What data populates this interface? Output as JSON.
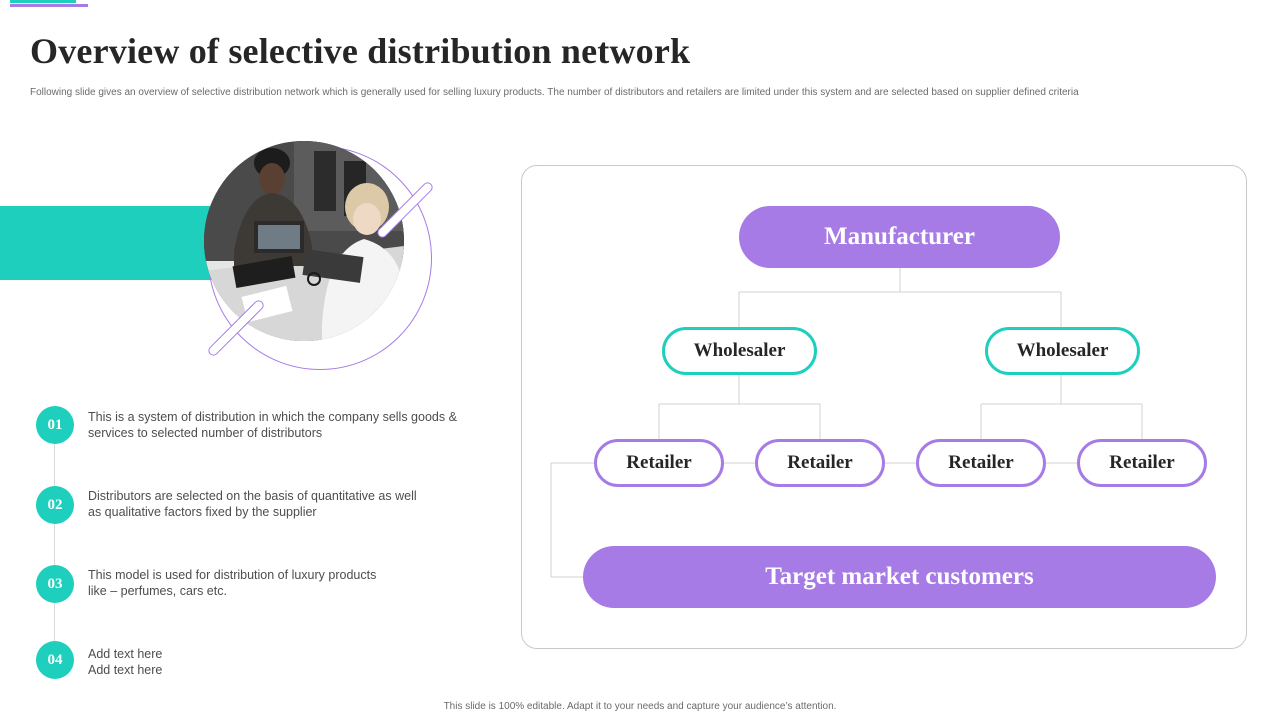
{
  "slide": {
    "title": "Overview of selective distribution network",
    "subtitle": "Following slide gives an overview of selective distribution network which is generally used for selling luxury products.  The number of distributors and retailers are limited  under this system and are selected based on supplier defined criteria",
    "footer": "This slide is 100% editable. Adapt it to your needs and capture your audience’s attention."
  },
  "colors": {
    "teal": "#1ecfbe",
    "purple": "#a77be6",
    "title": "#262626",
    "body": "#4d4d4d"
  },
  "steps": [
    {
      "num": "01",
      "lines": [
        "This is a system of distribution in which the company sells goods &",
        "services to selected number  of distributors"
      ]
    },
    {
      "num": "02",
      "lines": [
        "Distributors are selected on the basis of quantitative  as well",
        "as qualitative factors fixed by the supplier"
      ]
    },
    {
      "num": "03",
      "lines": [
        "This model is used for distribution of luxury products",
        "like – perfumes, cars etc."
      ]
    },
    {
      "num": "04",
      "lines": [
        "Add  text here",
        "Add  text here"
      ]
    }
  ],
  "diagram": {
    "manufacturer": "Manufacturer",
    "wholesalers": [
      "Wholesaler",
      "Wholesaler"
    ],
    "retailers": [
      "Retailer",
      "Retailer",
      "Retailer",
      "Retailer"
    ],
    "target": "Target market customers"
  }
}
